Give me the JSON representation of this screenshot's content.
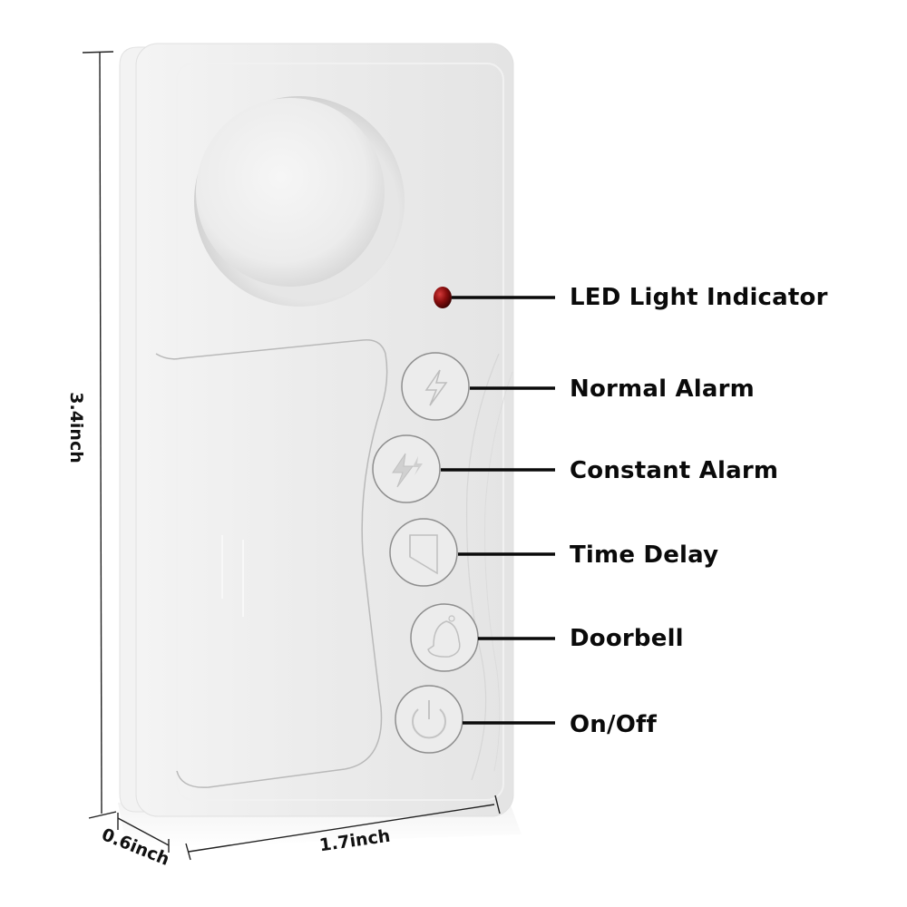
{
  "device": {
    "body_color": "#ececec",
    "edge_color": "#f6f6f6",
    "led_color": "#8a0e0e"
  },
  "callouts": [
    {
      "id": "led",
      "label": "LED Light Indicator",
      "icon": "led-dot"
    },
    {
      "id": "normal",
      "label": "Normal Alarm",
      "icon": "lightning-icon"
    },
    {
      "id": "constant",
      "label": "Constant Alarm",
      "icon": "double-lightning-icon"
    },
    {
      "id": "delay",
      "label": "Time Delay",
      "icon": "door-icon"
    },
    {
      "id": "doorbell",
      "label": "Doorbell",
      "icon": "bell-icon"
    },
    {
      "id": "onoff",
      "label": "On/Off",
      "icon": "power-icon"
    }
  ],
  "dimensions": {
    "height": "3.4inch",
    "width": "1.7inch",
    "depth": "0.6inch"
  }
}
